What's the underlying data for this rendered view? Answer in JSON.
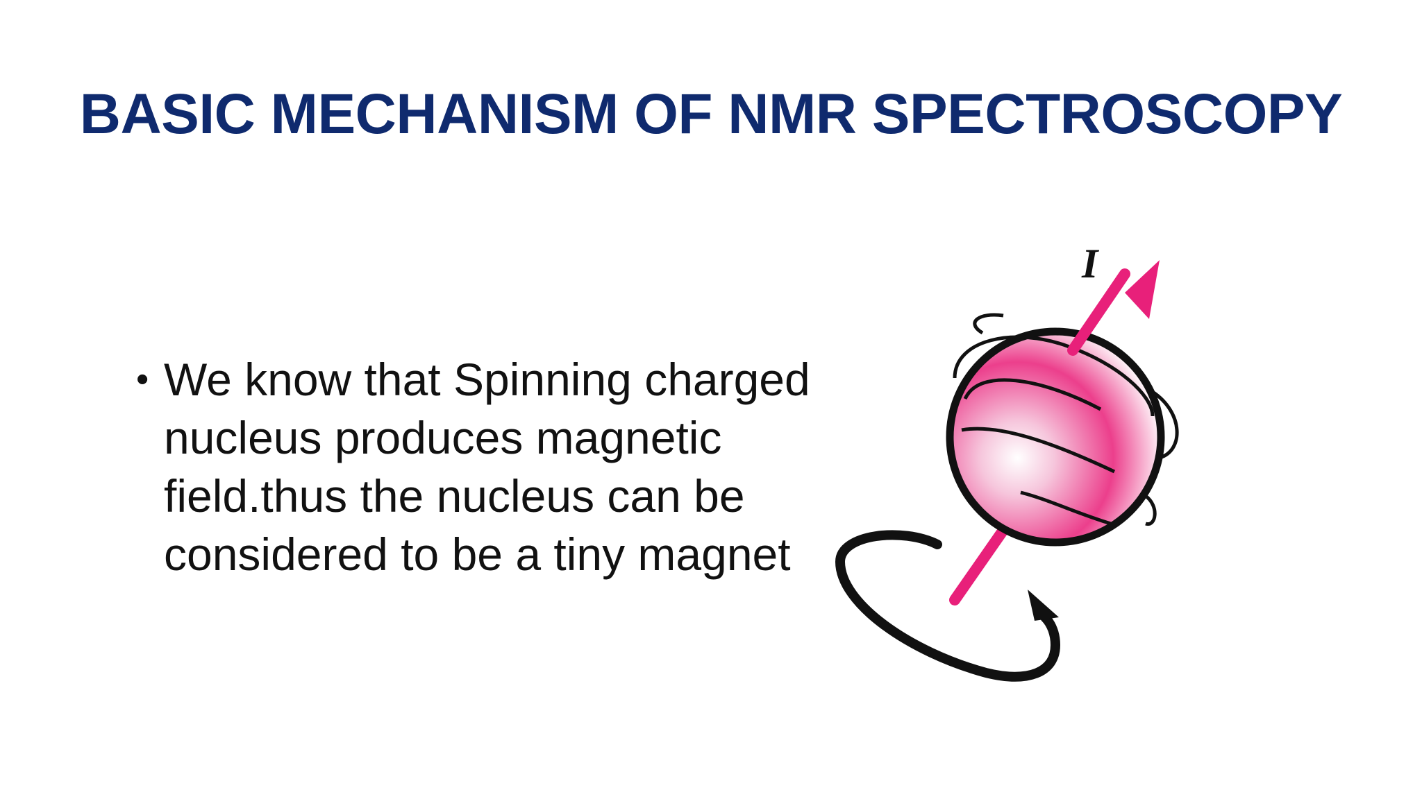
{
  "slide": {
    "title": "BASIC MECHANISM OF NMR SPECTROSCOPY",
    "bullets": [
      {
        "marker": "•",
        "text": "We know that Spinning charged nucleus produces magnetic field.thus the nucleus can be considered to be a tiny magnet"
      }
    ],
    "figure": {
      "spin_label": "I",
      "colors": {
        "title": "#0f2a6e",
        "arrow": "#e8207a",
        "sphere_shade": "#ec3f8c",
        "outline": "#111111"
      }
    }
  }
}
